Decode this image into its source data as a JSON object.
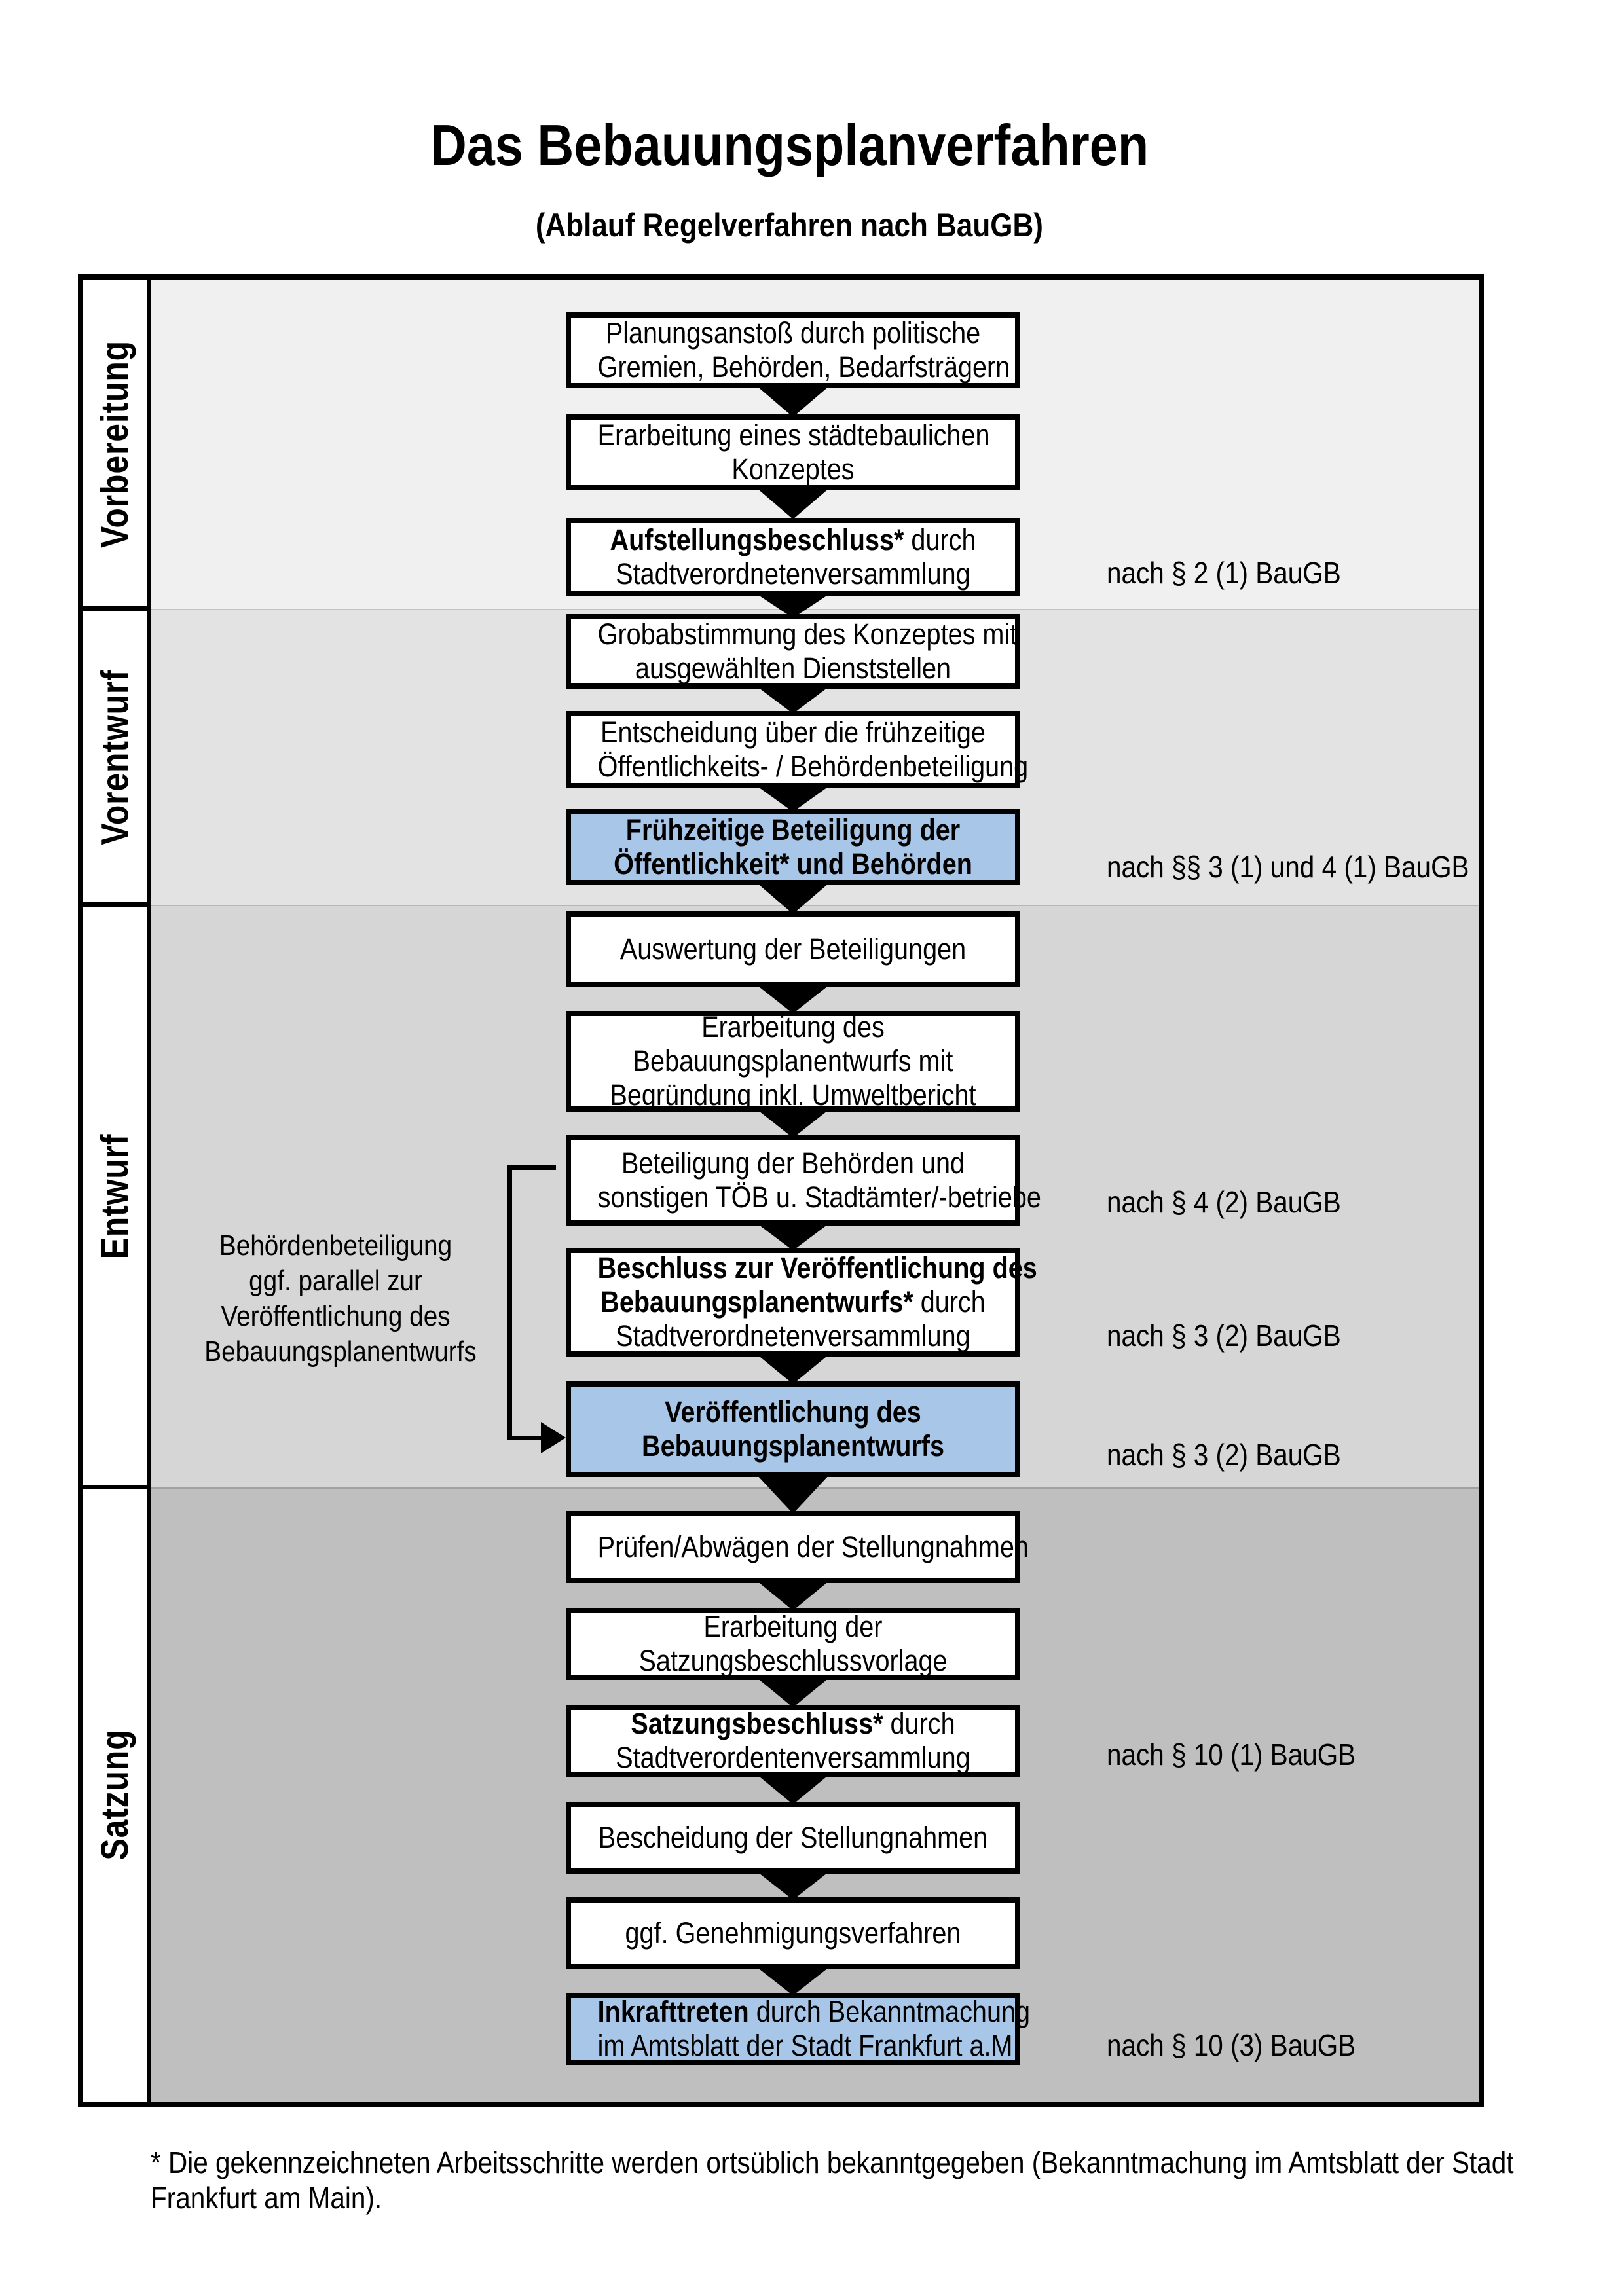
{
  "title": "Das Bebauungsplanverfahren",
  "subtitle": "(Ablauf Regelverfahren nach BauGB)",
  "phases": [
    {
      "label": "Vorbereitung"
    },
    {
      "label": "Vorentwurf"
    },
    {
      "label": "Entwurf"
    },
    {
      "label": "Satzung"
    }
  ],
  "boxes": {
    "b1": {
      "l1": "Planungsanstoß durch politische",
      "l2": "Gremien, Behörden, Bedarfsträgern"
    },
    "b2": {
      "l1": "Erarbeitung eines städtebaulichen",
      "l2": "Konzeptes"
    },
    "b3": {
      "l1_bold": "Aufstellungsbeschluss*",
      "l1_rest": " durch",
      "l2": "Stadtverordnetenversammlung"
    },
    "b4": {
      "l1": "Grobabstimmung des Konzeptes mit",
      "l2": "ausgewählten Dienststellen"
    },
    "b5": {
      "l1": "Entscheidung über die frühzeitige",
      "l2": "Öffentlichkeits- / Behördenbeteiligung"
    },
    "b6": {
      "l1_bold": "Frühzeitige Beteiligung der",
      "l2_bold": "Öffentlichkeit* und Behörden"
    },
    "b7": {
      "l1": "Auswertung der Beteiligungen"
    },
    "b8": {
      "l1": "Erarbeitung des",
      "l2": "Bebauungsplanentwurfs mit",
      "l3": "Begründung inkl. Umweltbericht"
    },
    "b9": {
      "l1": "Beteiligung der Behörden und",
      "l2": "sonstigen TÖB u. Stadtämter/-betriebe"
    },
    "b10": {
      "l1_bold": "Beschluss zur Veröffentlichung des",
      "l2_bold": "Bebauungsplanentwurfs*",
      "l2_rest": " durch",
      "l3": "Stadtverordnetenversammlung"
    },
    "b11": {
      "l1_bold": "Veröffentlichung des",
      "l2_bold": "Bebauungsplanentwurfs"
    },
    "b12": {
      "l1": "Prüfen/Abwägen der Stellungnahmen"
    },
    "b13": {
      "l1": "Erarbeitung der",
      "l2": "Satzungsbeschlussvorlage"
    },
    "b14": {
      "l1_bold": "Satzungsbeschluss*",
      "l1_rest": " durch",
      "l2": "Stadtverordentenversammlung"
    },
    "b15": {
      "l1": "Bescheidung der Stellungnahmen"
    },
    "b16": {
      "l1": "ggf. Genehmigungsverfahren"
    },
    "b17": {
      "l1_bold": "Inkrafttreten",
      "l1_rest": " durch Bekanntmachung",
      "l2": "im Amtsblatt der Stadt Frankfurt a.M."
    }
  },
  "annotations": {
    "a1": "nach § 2 (1) BauGB",
    "a2": "nach §§ 3 (1) und 4 (1) BauGB",
    "a3": "nach § 4 (2) BauGB",
    "a4": "nach § 3 (2) BauGB",
    "a5": "nach § 3 (2) BauGB",
    "a6": "nach § 10 (1) BauGB",
    "a7": "nach § 10 (3) BauGB"
  },
  "side_note": {
    "l1": "Behördenbeteiligung",
    "l2": "ggf. parallel zur",
    "l3": "Veröffentlichung des",
    "l4": "Bebauungsplanentwurfs"
  },
  "footnote": {
    "l1": "* Die gekennzeichneten Arbeitsschritte werden ortsüblich bekanntgegeben (Bekanntmachung im Amtsblatt  der Stadt",
    "l2": "Frankfurt am Main)."
  },
  "colors": {
    "highlight_blue": "#a8c7e8",
    "band_vorbereitung": "#f0f0f0",
    "band_vorentwurf": "#e3e3e3",
    "band_entwurf": "#d6d6d6",
    "band_satzung": "#bfbfbf",
    "border": "#000000"
  }
}
